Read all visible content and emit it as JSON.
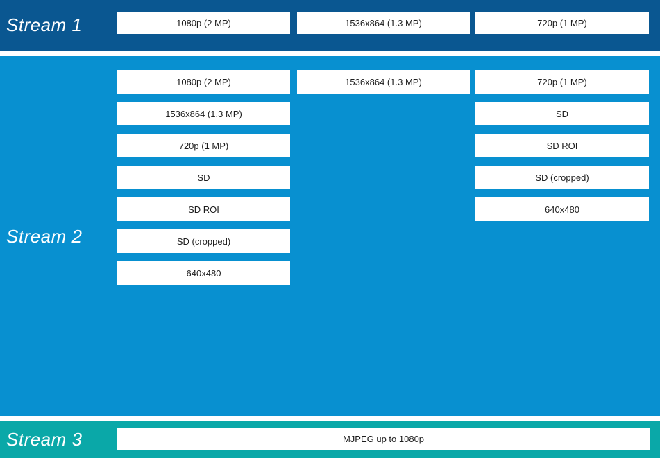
{
  "colors": {
    "stream1_band": "#0a5791",
    "stream2_band": "#0890d0",
    "stream3_band": "#0aa8a8",
    "box_background": "#ffffff",
    "box_text": "#1d1d1d",
    "label_text": "#ffffff"
  },
  "stream1": {
    "label": "Stream 1",
    "options": [
      "1080p (2 MP)",
      "1536x864 (1.3 MP)",
      "720p (1 MP)"
    ]
  },
  "stream2": {
    "label": "Stream 2",
    "col1": [
      "1080p (2 MP)",
      "1536x864 (1.3 MP)",
      "720p (1 MP)",
      "SD",
      "SD ROI",
      "SD (cropped)",
      "640x480"
    ],
    "col2": [
      "1536x864 (1.3 MP)"
    ],
    "col3": [
      "720p (1 MP)",
      "SD",
      "SD ROI",
      "SD (cropped)",
      "640x480"
    ]
  },
  "stream3": {
    "label": "Stream 3",
    "options": [
      "MJPEG up to 1080p"
    ]
  }
}
